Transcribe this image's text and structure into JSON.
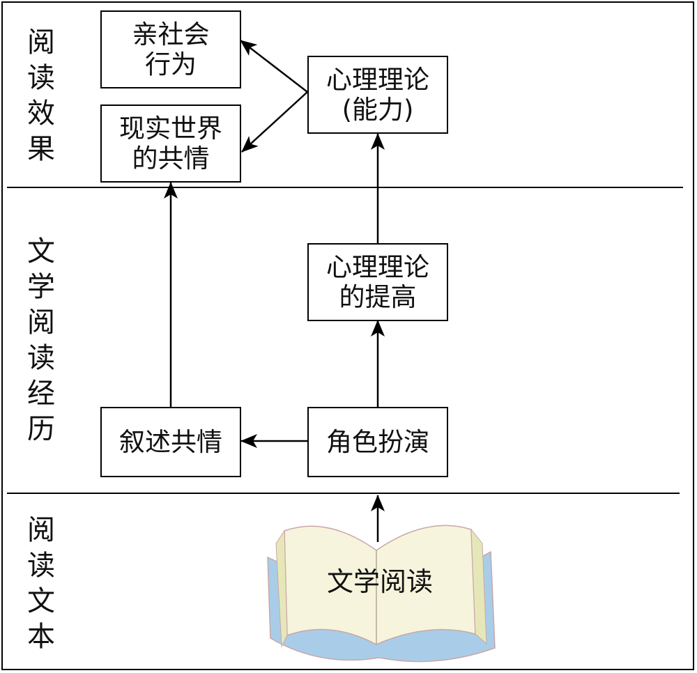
{
  "sections": {
    "effects": "阅\n读\n效\n果",
    "experience": "文\n学\n阅\n读\n经\n历",
    "text": "阅\n读\n文\n本"
  },
  "nodes": {
    "prosocial": "亲社会\n行为",
    "empathy_real": "现实世界\n的共情",
    "tom": "心理理论\n(能力)",
    "tom_improve": "心理理论\n的提高",
    "narrative_empathy": "叙述共情",
    "role_play": "角色扮演",
    "book": "文学阅读"
  },
  "colors": {
    "book_page": "#f6f4dc",
    "book_page_shade": "#e6e7b8",
    "book_cover": "#a9cde8",
    "book_edge": "#c9a6a6"
  }
}
